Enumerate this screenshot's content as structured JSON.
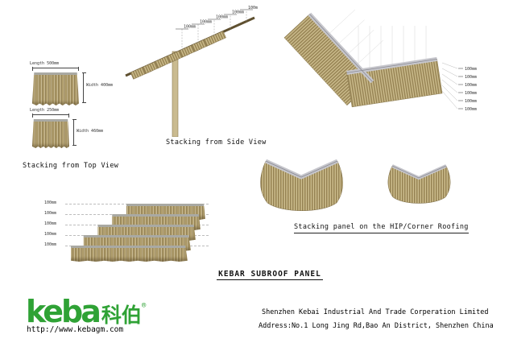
{
  "title": "KEBAR SUBROOF PANEL",
  "top_view": {
    "caption": "Stacking from Top View",
    "panel1_length": "Length 500mm",
    "panel1_width": "Width 400mm",
    "panel2_length": "Length 250mm",
    "panel2_width": "Width 460mm"
  },
  "side_view": {
    "caption": "Stacking from Side View",
    "dims": [
      "100mm",
      "100mm",
      "100mm",
      "100mm",
      "100mm"
    ]
  },
  "hip_view": {
    "caption": "Stacking panel on the HIP/Corner Roofing",
    "dims": [
      "100mm",
      "100mm",
      "100mm",
      "100mm",
      "100mm",
      "100mm"
    ]
  },
  "layer_view": {
    "dims": [
      "100mm",
      "100mm",
      "100mm",
      "100mm",
      "100mm"
    ]
  },
  "footer": {
    "logo_latin": "keba",
    "logo_cjk": "科伯",
    "logo_reg": "®",
    "website": "http://www.kebagm.com",
    "company": "Shenzhen Kebai Industrial And Trade Corperation  Limited",
    "address": "Address:No.1 Long Jing Rd,Bao An District, Shenzhen China"
  },
  "colors": {
    "logo_green": "#2fa235",
    "thatch_base": "#b7a571",
    "band_gray": "#c6c6cc"
  }
}
